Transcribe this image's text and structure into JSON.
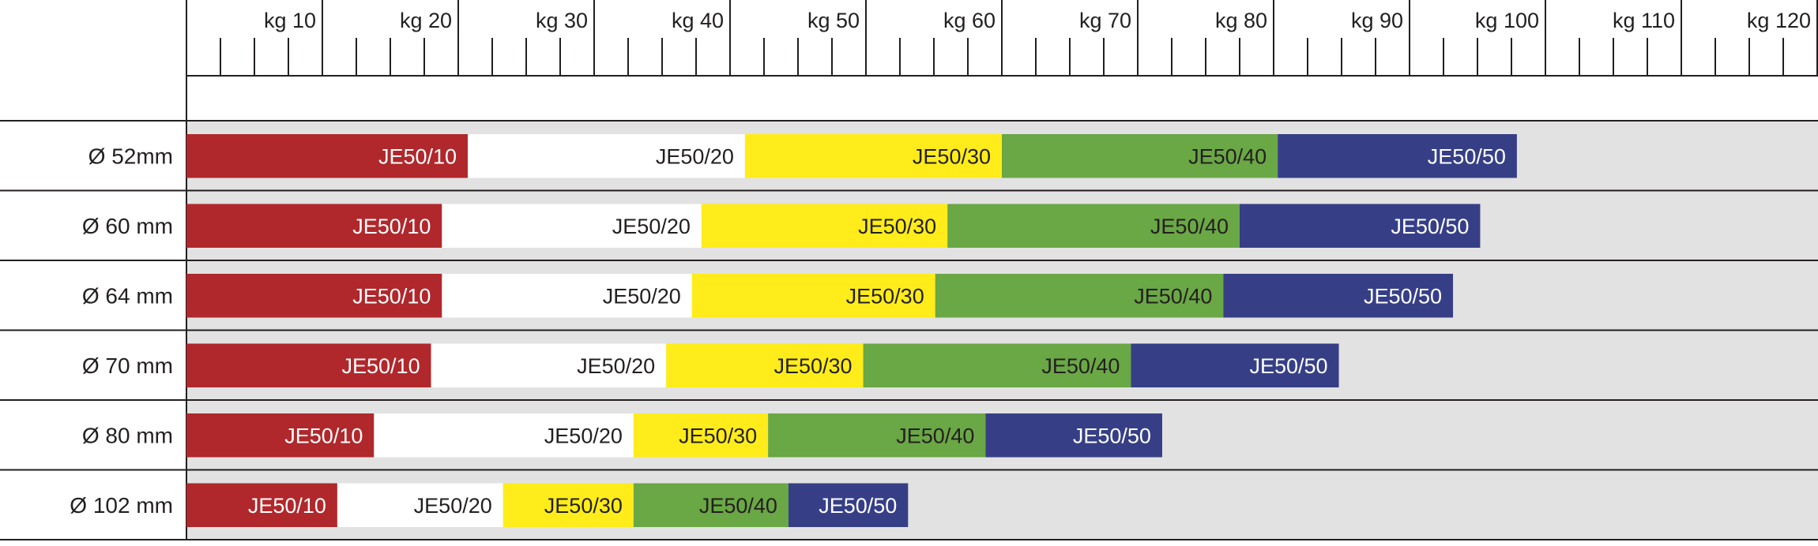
{
  "chart_data": {
    "type": "bar",
    "orientation": "horizontal",
    "stacked": true,
    "x_axis": {
      "position": "top",
      "ticks": [
        {
          "value": 10,
          "label": "kg 10"
        },
        {
          "value": 20,
          "label": "kg 20"
        },
        {
          "value": 30,
          "label": "kg 30"
        },
        {
          "value": 40,
          "label": "kg 40"
        },
        {
          "value": 50,
          "label": "kg 50"
        },
        {
          "value": 60,
          "label": "kg 60"
        },
        {
          "value": 70,
          "label": "kg 70"
        },
        {
          "value": 80,
          "label": "kg 80"
        },
        {
          "value": 90,
          "label": "kg 90"
        },
        {
          "value": 100,
          "label": "kg 100"
        },
        {
          "value": 110,
          "label": "kg 110"
        },
        {
          "value": 120,
          "label": "kg 120"
        }
      ],
      "minor_step": 2.5,
      "range": [
        0,
        120
      ]
    },
    "segment_colors": {
      "JE50/10": "#b0282c",
      "JE50/20": "#ffffff",
      "JE50/30": "#ffec1a",
      "JE50/40": "#6aa745",
      "JE50/50": "#363f86"
    },
    "segment_text_colors": {
      "JE50/10": "#ffffff",
      "JE50/20": "#231f20",
      "JE50/30": "#231f20",
      "JE50/40": "#231f20",
      "JE50/50": "#ffffff"
    },
    "plot_background": "#e2e2e2",
    "rows": [
      {
        "label": "Ø 52mm",
        "segments": [
          {
            "name": "JE50/10",
            "from": 0,
            "to": 20.7
          },
          {
            "name": "JE50/20",
            "from": 20.7,
            "to": 41.1
          },
          {
            "name": "JE50/30",
            "from": 41.1,
            "to": 60
          },
          {
            "name": "JE50/40",
            "from": 60,
            "to": 80.3
          },
          {
            "name": "JE50/50",
            "from": 80.3,
            "to": 97.9
          }
        ]
      },
      {
        "label": "Ø 60 mm",
        "segments": [
          {
            "name": "JE50/10",
            "from": 0,
            "to": 18.8
          },
          {
            "name": "JE50/20",
            "from": 18.8,
            "to": 37.9
          },
          {
            "name": "JE50/30",
            "from": 37.9,
            "to": 56
          },
          {
            "name": "JE50/40",
            "from": 56,
            "to": 77.5
          },
          {
            "name": "JE50/50",
            "from": 77.5,
            "to": 95.2
          }
        ]
      },
      {
        "label": "Ø 64 mm",
        "segments": [
          {
            "name": "JE50/10",
            "from": 0,
            "to": 18.8
          },
          {
            "name": "JE50/20",
            "from": 18.8,
            "to": 37.2
          },
          {
            "name": "JE50/30",
            "from": 37.2,
            "to": 55.1
          },
          {
            "name": "JE50/40",
            "from": 55.1,
            "to": 76.3
          },
          {
            "name": "JE50/50",
            "from": 76.3,
            "to": 93.2
          }
        ]
      },
      {
        "label": "Ø 70 mm",
        "segments": [
          {
            "name": "JE50/10",
            "from": 0,
            "to": 18
          },
          {
            "name": "JE50/20",
            "from": 18,
            "to": 35.3
          },
          {
            "name": "JE50/30",
            "from": 35.3,
            "to": 49.8
          },
          {
            "name": "JE50/40",
            "from": 49.8,
            "to": 69.5
          },
          {
            "name": "JE50/50",
            "from": 69.5,
            "to": 84.8
          }
        ]
      },
      {
        "label": "Ø 80 mm",
        "segments": [
          {
            "name": "JE50/10",
            "from": 0,
            "to": 13.8
          },
          {
            "name": "JE50/20",
            "from": 13.8,
            "to": 32.9
          },
          {
            "name": "JE50/30",
            "from": 32.9,
            "to": 42.8
          },
          {
            "name": "JE50/40",
            "from": 42.8,
            "to": 58.8
          },
          {
            "name": "JE50/50",
            "from": 58.8,
            "to": 71.8
          }
        ]
      },
      {
        "label": "Ø 102 mm",
        "segments": [
          {
            "name": "JE50/10",
            "from": 0,
            "to": 11.1
          },
          {
            "name": "JE50/20",
            "from": 11.1,
            "to": 23.3
          },
          {
            "name": "JE50/30",
            "from": 23.3,
            "to": 32.9
          },
          {
            "name": "JE50/40",
            "from": 32.9,
            "to": 44.3
          },
          {
            "name": "JE50/50",
            "from": 44.3,
            "to": 53.1
          }
        ]
      }
    ]
  }
}
